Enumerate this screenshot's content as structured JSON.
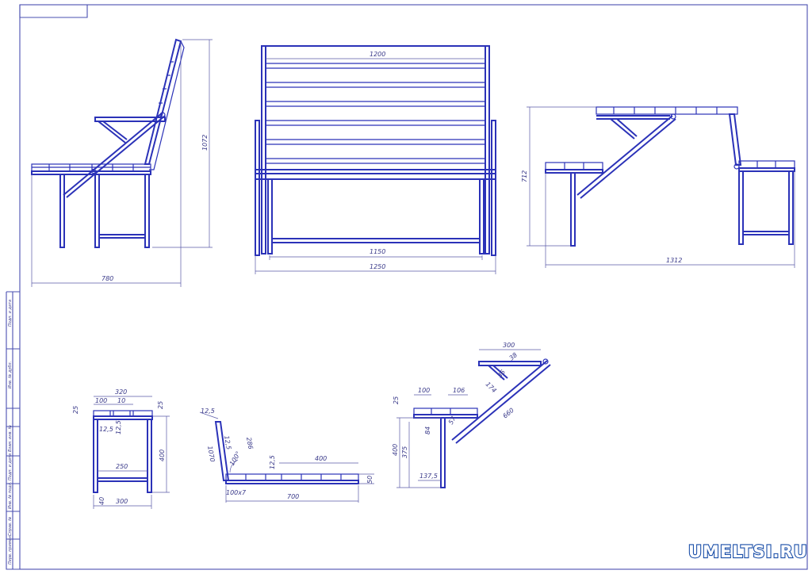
{
  "views": {
    "side": {
      "depth": "780",
      "height": "1072"
    },
    "front": {
      "top_width": "1200",
      "inner_width": "1150",
      "total_width": "1250"
    },
    "table": {
      "height": "712",
      "width": "1312"
    },
    "seat_detail": {
      "top_width": "320",
      "left_seg": "100",
      "gap": "10",
      "top_thk": "25",
      "right_thk": "25",
      "inner_a": "12,5",
      "inner_b": "12,5",
      "cross": "250",
      "height": "400",
      "foot": "40",
      "base": "300"
    },
    "back_detail": {
      "top_a": "12,5",
      "top_b": "12,5",
      "slant": "286",
      "side": "1070",
      "angle": "100°",
      "step": "12,5",
      "length_top": "400",
      "thk": "50",
      "slat": "100x7",
      "length": "700"
    },
    "arm_detail": {
      "top": "300",
      "a38": "38",
      "a36": "36",
      "a174": "174",
      "slant": "660",
      "w100": "100",
      "w106": "106",
      "h25": "25",
      "h84": "84",
      "h57": "57",
      "h400": "400",
      "h375": "375",
      "foot": "137,5"
    }
  },
  "stamp_labels": [
    "Подп. и дата",
    "Инв. № дубл.",
    "Взам. инв. №",
    "Подп. и дата",
    "Инв. № подл.",
    "Справ. №",
    "Перв. примен."
  ],
  "watermark": "UMELTSI.RU"
}
